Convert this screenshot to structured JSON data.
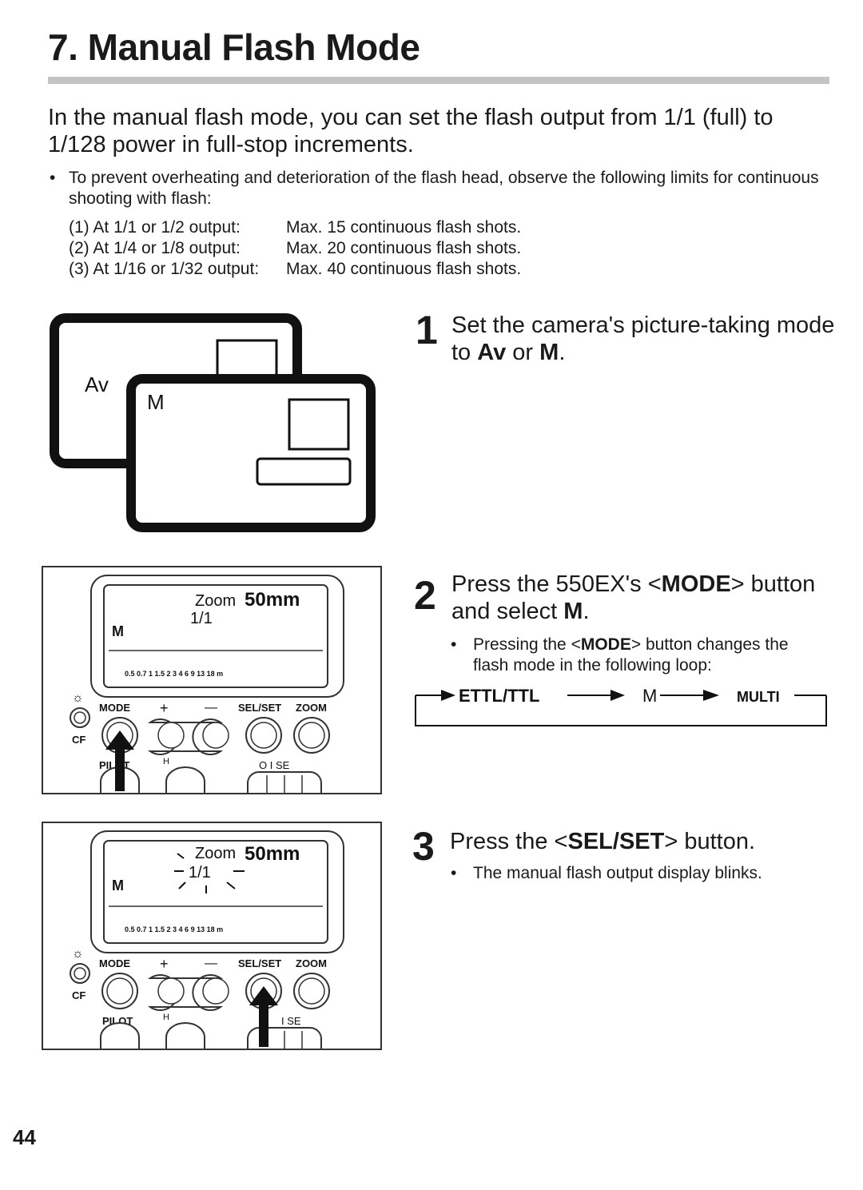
{
  "page": {
    "title": "7. Manual Flash Mode",
    "intro": "In the manual flash mode, you can set the flash output from 1/1 (full) to 1/128 power in full-stop increments.",
    "bullet_mark": "•",
    "bullet": "To prevent overheating and deterioration of the flash head, observe the following limits for continuous shooting with flash:",
    "limits": [
      {
        "label": "(1) At 1/1 or 1/2 output:",
        "value": "Max. 15 continuous flash shots."
      },
      {
        "label": "(2) At 1/4 or 1/8 output:",
        "value": "Max. 20 continuous flash shots."
      },
      {
        "label": "(3) At 1/16 or 1/32 output:",
        "value": "Max. 40 continuous flash shots."
      }
    ],
    "page_number": "44"
  },
  "steps": [
    {
      "number": "1",
      "line1": "Set the camera's picture-taking mode",
      "line2_prefix": "to ",
      "av": "Av",
      "or": " or ",
      "m": "M",
      "period": "."
    },
    {
      "number": "2",
      "line1_prefix": "Press the 550EX's <",
      "mode": "MODE",
      "line1_suffix": "> button",
      "line2_prefix": "and select ",
      "m": "M",
      "period": ".",
      "sub_bullet": "•",
      "sub_line1_prefix": "Pressing the <",
      "sub_mode": "MODE",
      "sub_line1_suffix": "> button changes the",
      "sub_line2": "flash mode in the following loop:"
    },
    {
      "number": "3",
      "prefix": "Press the <",
      "selset": "SEL/SET",
      "suffix": "> button.",
      "sub_bullet": "•",
      "sub": "The manual flash output display blinks."
    }
  ],
  "loop": [
    "ETTL/TTL",
    "M",
    "MULTI"
  ],
  "camera_illustration": {
    "back_label": "Av",
    "front_label": "M"
  },
  "flash_panel_1": {
    "zoom_label": "Zoom",
    "zoom_value": "50mm",
    "output": "1/1",
    "mode_indicator": "M",
    "scale": "0.5 0.7  1  1.5  2  3  4  6  9  13  18  m",
    "buttons": {
      "mode": "MODE",
      "plus": "+",
      "minus": "—",
      "selset": "SEL/SET",
      "zoom": "ZOOM",
      "cf": "CF",
      "pilot": "PILOT",
      "switch": "O   I  SE",
      "sync": "H"
    }
  },
  "flash_panel_2": {
    "zoom_label": "Zoom",
    "zoom_value": "50mm",
    "output": "1/1",
    "mode_indicator": "M",
    "scale": "0.5 0.7  1  1.5  2  3  4  6  9  13  18  m",
    "buttons": {
      "mode": "MODE",
      "plus": "+",
      "minus": "—",
      "selset": "SEL/SET",
      "zoom": "ZOOM",
      "cf": "CF",
      "pilot": "PILOT",
      "switch": "I  SE",
      "sync": "H"
    }
  },
  "colors": {
    "text": "#1a1a1a",
    "rule": "#c4c4c4",
    "lcd_line": "#333333"
  }
}
